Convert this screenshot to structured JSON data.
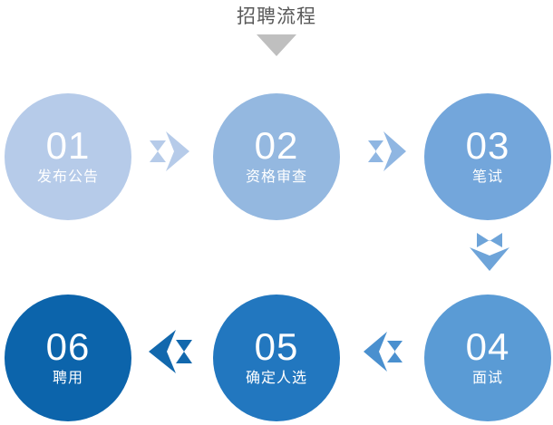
{
  "header": {
    "title": "招聘流程",
    "caret_icon": "triangle-down-icon",
    "title_color": "#5a5a5a",
    "caret_color": "#bfbfbf"
  },
  "diagram": {
    "type": "process-flow",
    "direction": "serpentine-left-to-right-then-right-to-left",
    "steps": [
      {
        "number": "01",
        "label": "发布公告",
        "color": "#b6cbe9"
      },
      {
        "number": "02",
        "label": "资格审查",
        "color": "#94b8e0"
      },
      {
        "number": "03",
        "label": "笔试",
        "color": "#73a6db"
      },
      {
        "number": "04",
        "label": "面试",
        "color": "#5a9bd5"
      },
      {
        "number": "05",
        "label": "确定人选",
        "color": "#2277bf"
      },
      {
        "number": "06",
        "label": "聘用",
        "color": "#0c64ab"
      }
    ],
    "connectors": [
      {
        "from": "01",
        "to": "02",
        "direction": "right",
        "color": "#b6cbe9"
      },
      {
        "from": "02",
        "to": "03",
        "direction": "right",
        "color": "#8fb6e2"
      },
      {
        "from": "03",
        "to": "04",
        "direction": "down",
        "color": "#6ea4d9"
      },
      {
        "from": "04",
        "to": "05",
        "direction": "left",
        "color": "#4a90cf"
      },
      {
        "from": "05",
        "to": "06",
        "direction": "left",
        "color": "#1268ad"
      }
    ]
  }
}
